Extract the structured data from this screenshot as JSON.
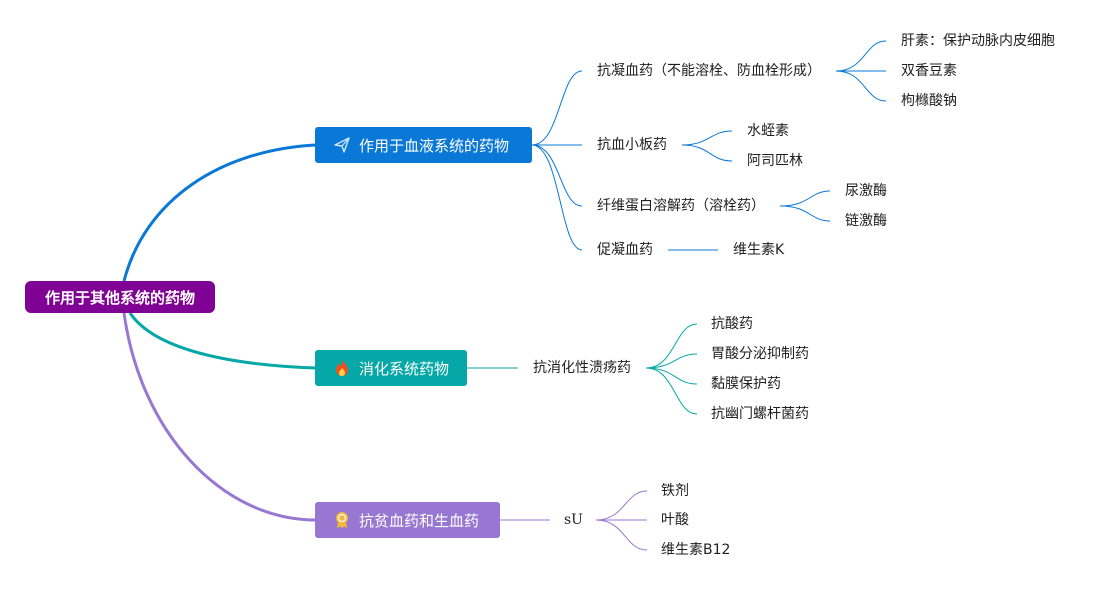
{
  "root": {
    "label": "作用于其他系统的药物",
    "color": "#800294"
  },
  "branches": [
    {
      "label": "作用于血液系统的药物",
      "icon": "paper-plane-icon",
      "color": "#0a78d6",
      "children": [
        {
          "label": "抗凝血药（不能溶栓、防血栓形成）",
          "children": [
            "肝素：保护动脉内皮细胞",
            "双香豆素",
            "枸橼酸钠"
          ]
        },
        {
          "label": "抗血小板药",
          "children": [
            "水蛭素",
            "阿司匹林"
          ]
        },
        {
          "label": "纤维蛋白溶解药（溶栓药）",
          "children": [
            "尿激酶",
            "链激酶"
          ]
        },
        {
          "label": "促凝血药",
          "children": [
            "维生素K"
          ]
        }
      ]
    },
    {
      "label": "消化系统药物",
      "icon": "flame-icon",
      "color": "#06a7a7",
      "children": [
        {
          "label": "抗消化性溃疡药",
          "children": [
            "抗酸药",
            "胃酸分泌抑制药",
            "黏膜保护药",
            "抗幽门螺杆菌药"
          ]
        }
      ]
    },
    {
      "label": "抗贫血药和生血药",
      "icon": "award-badge-icon",
      "color": "#9777d1",
      "children": [
        {
          "label": "sU",
          "children": [
            "铁剂",
            "叶酸",
            "维生素B12"
          ]
        }
      ]
    }
  ]
}
